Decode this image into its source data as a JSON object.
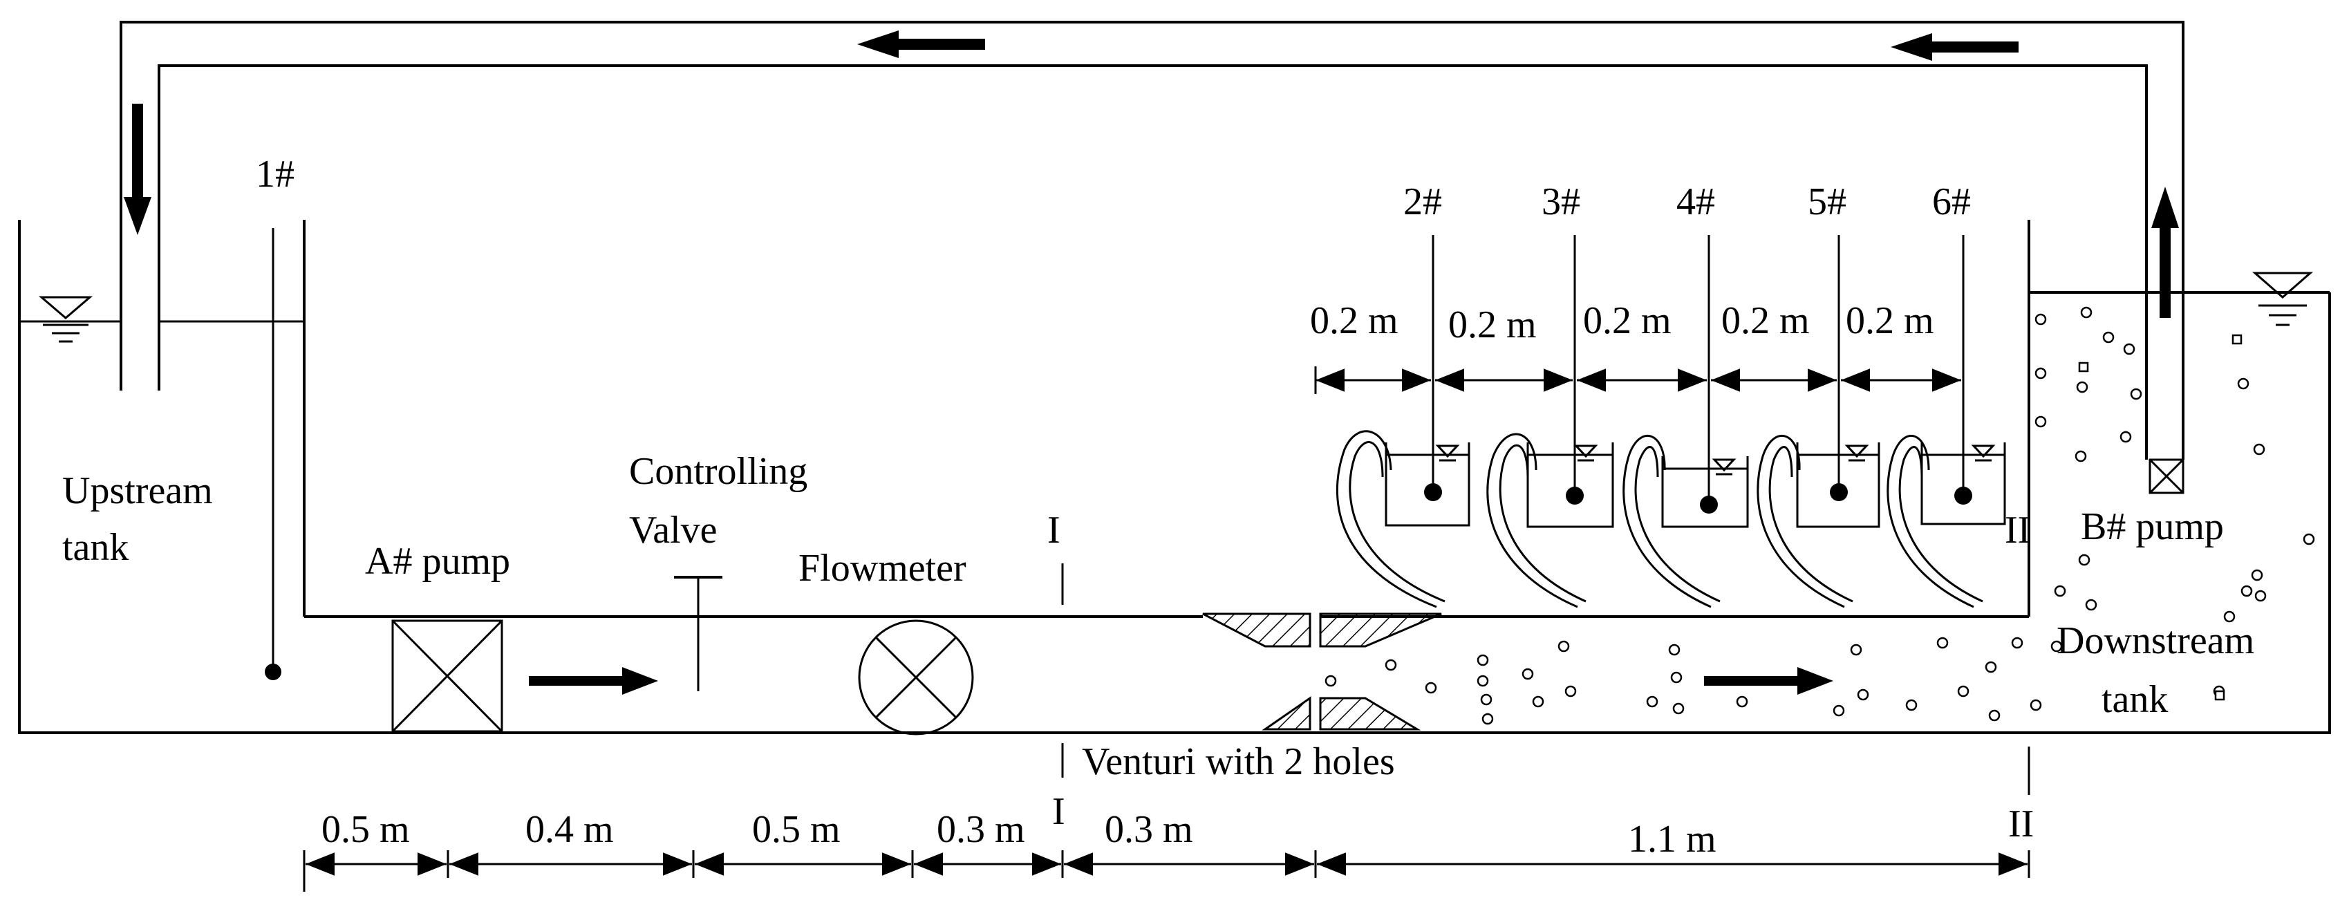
{
  "diagram": {
    "labels": {
      "upstream_tank_1": "Upstream",
      "upstream_tank_2": "tank",
      "a_pump": "A# pump",
      "controlling_valve_1": "Controlling",
      "controlling_valve_2": "Valve",
      "flowmeter": "Flowmeter",
      "section_1_top": "I",
      "section_1_bottom": "I",
      "section_2_top": "II",
      "section_2_bottom": "II",
      "venturi": "Venturi with 2 holes",
      "b_pump": "B# pump",
      "downstream_tank_1": "Downstream",
      "downstream_tank_2": "tank"
    },
    "probes": [
      "1#",
      "2#",
      "3#",
      "4#",
      "5#",
      "6#"
    ],
    "top_spacings": [
      "0.2 m",
      "0.2 m",
      "0.2 m",
      "0.2 m",
      "0.2 m"
    ],
    "bottom_dimensions": [
      "0.5 m",
      "0.4 m",
      "0.5 m",
      "0.3 m",
      "0.3 m",
      "1.1 m"
    ],
    "icons": [
      "water-level-icon",
      "pump-icon",
      "valve-icon",
      "flowmeter-icon",
      "flow-arrow-icon"
    ]
  }
}
